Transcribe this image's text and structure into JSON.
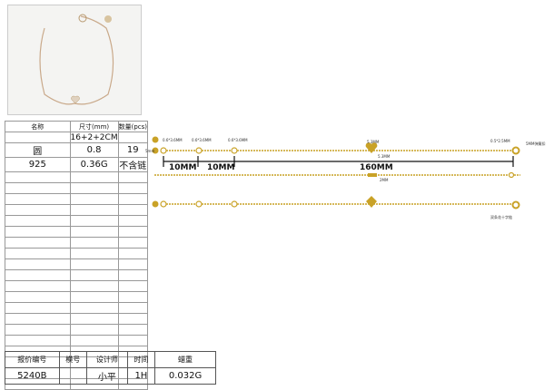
{
  "colors": {
    "gold": "#c9a227",
    "dark_gold": "#8a6a10"
  },
  "spec_table": {
    "headers": [
      "名称",
      "尺寸(mm)",
      "数量(pcs)"
    ],
    "rows": [
      [
        "",
        "16+2+2CM",
        ""
      ],
      [
        "圆",
        "0.8",
        "19"
      ],
      [
        "925",
        "0.36G",
        "不含链"
      ]
    ],
    "empty_rows": 20
  },
  "footer_table": {
    "headers": [
      "报价编号",
      "模号",
      "设计师",
      "时间",
      "蜡重"
    ],
    "values": [
      "5240B",
      "",
      "小平",
      "1H",
      "0.032G"
    ]
  },
  "diagram": {
    "ring_labels": [
      "0.6*3.6MM",
      "0.6*3.6MM",
      "0.6*3.6MM"
    ],
    "end_ring_label": "0.5*2.5MM",
    "clasp_label": "5MM弹簧扣",
    "heart_width": "5.3MM",
    "heart_height": "5.3MM",
    "thickness": "2MM",
    "chain_label": "双条花十字链",
    "dims": [
      "10MM",
      "10MM",
      "160MM"
    ],
    "left_mark": "5mm"
  }
}
